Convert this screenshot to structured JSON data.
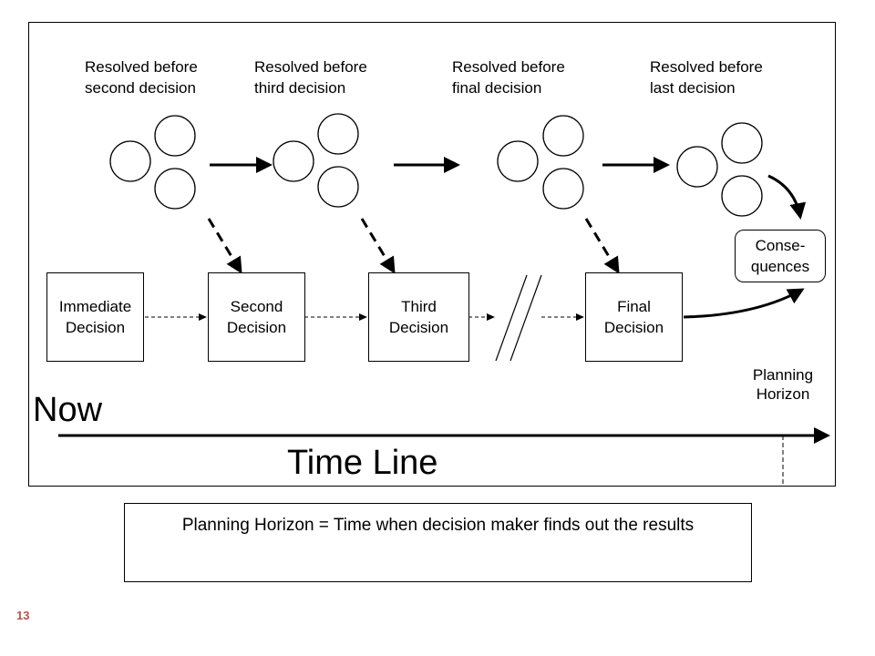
{
  "resolved_labels": [
    "Resolved before\nsecond decision",
    "Resolved before\nthird  decision",
    "Resolved before\nfinal decision",
    "Resolved before\nlast decision"
  ],
  "decisions": [
    "Immediate\nDecision",
    "Second\nDecision",
    "Third\nDecision",
    "Final\nDecision"
  ],
  "consequences": "Conse-\nquences",
  "now_label": "Now",
  "timeline_label": "Time Line",
  "planning_horizon_label": "Planning\nHorizon",
  "caption": "Planning Horizon = Time when decision maker finds out the results",
  "page_number": "13"
}
